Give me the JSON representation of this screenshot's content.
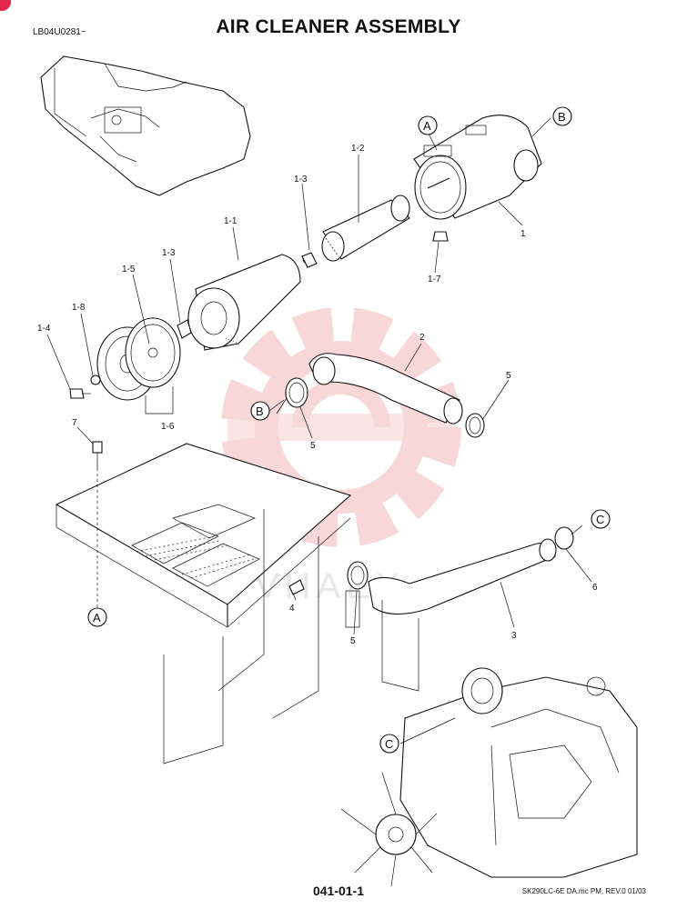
{
  "doc_code": "LB04U0281~",
  "title": "AIR CLEANER ASSEMBLY",
  "page_number": "041-01-1",
  "revision": "SK290LC-6E DA.mc PM, REV.0 01/03",
  "watermark": "VHAEX",
  "colors": {
    "ink": "#111111",
    "watermark": "#f2b8b8",
    "corner_mark": "#e0284a"
  },
  "callouts": {
    "c1": "1",
    "c1_1": "1-1",
    "c1_2": "1-2",
    "c1_3a": "1-3",
    "c1_3b": "1-3",
    "c1_4": "1-4",
    "c1_5": "1-5",
    "c1_6": "1-6",
    "c1_7": "1-7",
    "c1_8": "1-8",
    "c2": "2",
    "c3": "3",
    "c4": "4",
    "c5a": "5",
    "c5b": "5",
    "c5c": "5",
    "c6": "6",
    "c7": "7"
  },
  "refs": {
    "a_top": "A",
    "b_top": "B",
    "b_left": "B",
    "a_left": "A",
    "c_right": "C",
    "c_bottom": "C"
  }
}
